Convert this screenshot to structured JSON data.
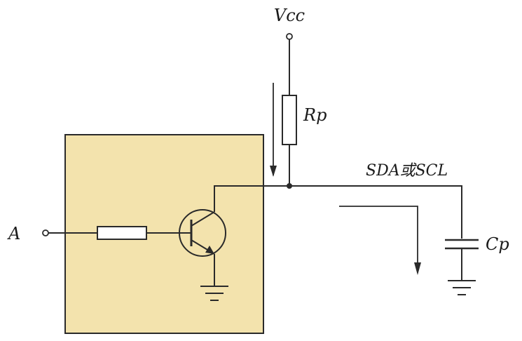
{
  "labels": {
    "vcc": "Vcc",
    "rp": "Rp",
    "bus": "SDA或SCL",
    "cp": "Cp",
    "input": "A"
  },
  "colors": {
    "chip_fill": "#f3e3ad",
    "stroke": "#2a2a2a",
    "background": "#ffffff"
  }
}
